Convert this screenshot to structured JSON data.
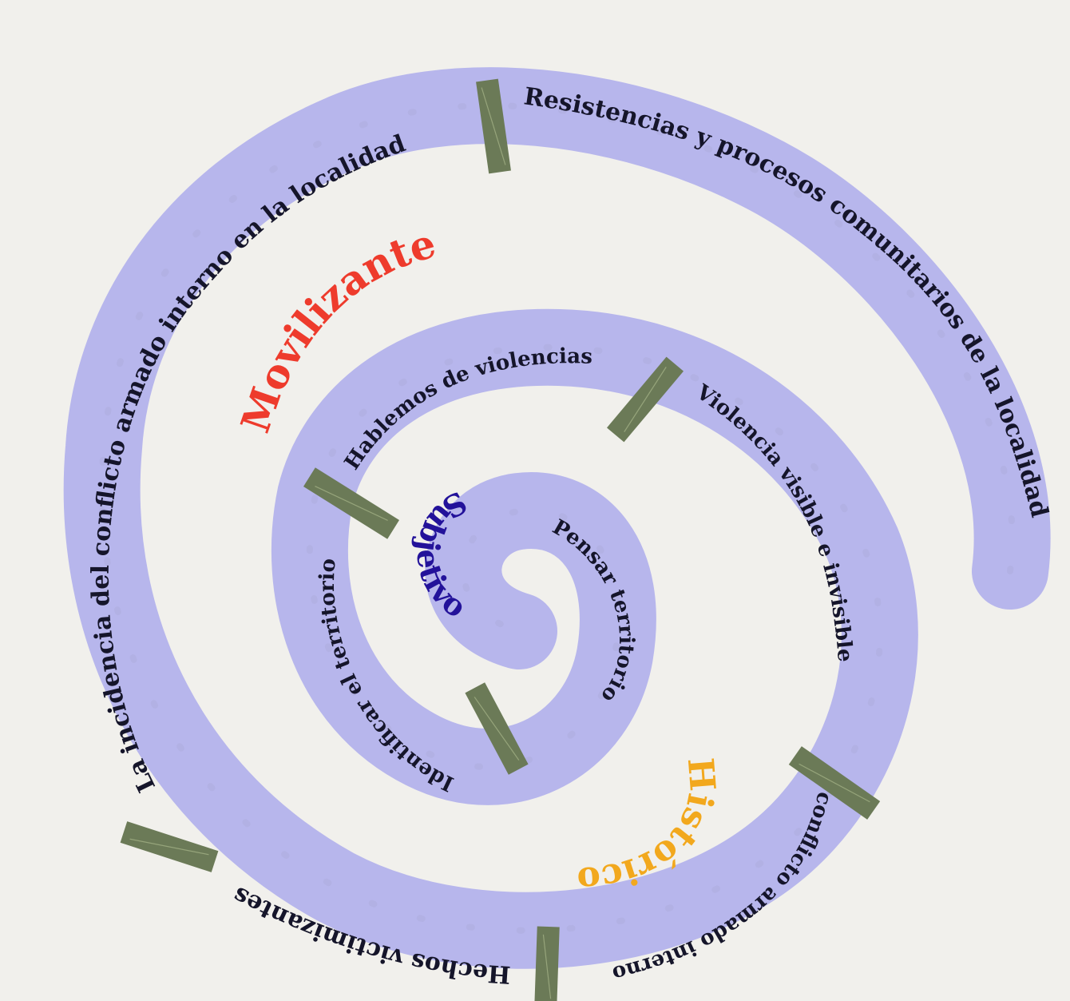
{
  "segments": [
    {
      "id": "seg1",
      "label": "La incidencia del conflicto armado interno en la localidad"
    },
    {
      "id": "seg2",
      "label": "Resistencias y procesos comunitarios de la localidad"
    },
    {
      "id": "seg3",
      "label": "Hablemos de violencias"
    },
    {
      "id": "seg4",
      "label": "Violencia visible e invisible"
    },
    {
      "id": "seg5",
      "label": "conflicto armado interno"
    },
    {
      "id": "seg6",
      "label": "Hechos victimizantes"
    },
    {
      "id": "seg7",
      "label": "Identificar el territorio"
    },
    {
      "id": "seg8",
      "label": "Pensar territorio"
    }
  ],
  "dimensions": {
    "movilizante": {
      "label": "Movilizante",
      "color": "#ee3b2c"
    },
    "subjetivo": {
      "label": "Subjetivo",
      "color": "#23129a"
    },
    "historico": {
      "label": "Histórico",
      "color": "#f2a81d"
    }
  },
  "colors": {
    "band": "#b7b6ec",
    "tape": "#6b7a57",
    "background": "#f1f0ec"
  }
}
